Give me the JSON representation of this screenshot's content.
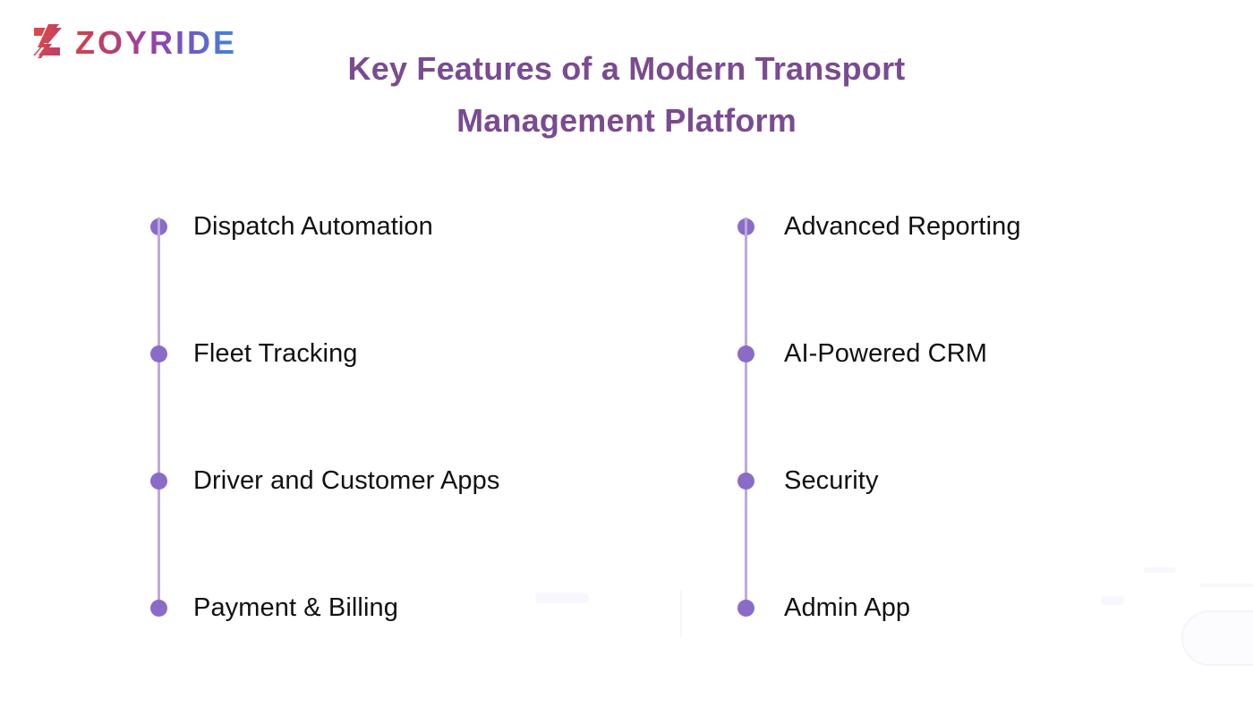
{
  "brand": {
    "logo_text": "ZOYRIDE",
    "logo_mark_name": "double-z-logo-mark",
    "gradient_start": "#d1434a",
    "gradient_mid": "#9442a8",
    "gradient_end": "#3d87d8"
  },
  "header": {
    "title_line1": "Key Features of a Modern Transport",
    "title_line2": "Management Platform",
    "title_color": "#7a4b91"
  },
  "theme": {
    "background": "#ffffff",
    "bullet_color": "#8a6cc8",
    "track_color": "#bfa8dd",
    "text_color": "#111111"
  },
  "columns": [
    {
      "side": "left",
      "features": [
        {
          "label": "Dispatch Automation"
        },
        {
          "label": "Fleet Tracking"
        },
        {
          "label": "Driver and Customer Apps"
        },
        {
          "label": "Payment & Billing"
        }
      ]
    },
    {
      "side": "right",
      "features": [
        {
          "label": "Advanced Reporting"
        },
        {
          "label": "AI-Powered CRM"
        },
        {
          "label": "Security"
        },
        {
          "label": "Admin App"
        }
      ]
    }
  ]
}
